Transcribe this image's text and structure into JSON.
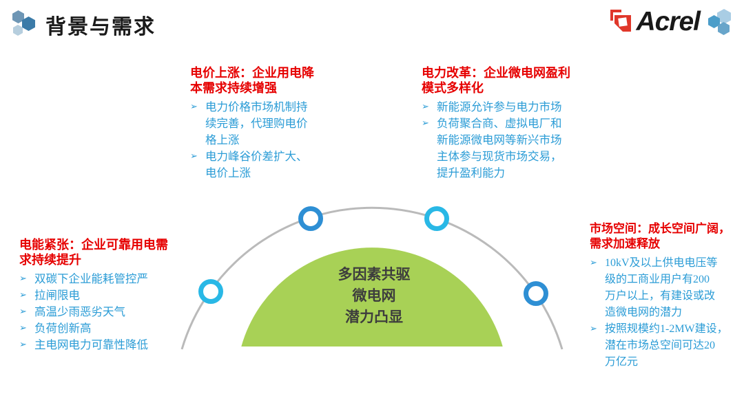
{
  "slide": {
    "title": "背景与需求",
    "brand_name": "Acrel"
  },
  "bullet_char": "➢",
  "blocks": [
    {
      "heading": "电价上涨：企业用电降\n本需求持续增强",
      "items": [
        "电力价格市场机制持\n续完善，代理购电价\n格上涨",
        "电力峰谷价差扩大、\n电价上涨"
      ]
    },
    {
      "heading": "电力改革：企业微电网盈利\n模式多样化",
      "items": [
        "新能源允许参与电力市场",
        "负荷聚合商、虚拟电厂和\n新能源微电网等新兴市场\n主体参与现货市场交易，\n提升盈利能力"
      ]
    },
    {
      "heading": "电能紧张：企业可靠用电需\n求持续提升",
      "items": [
        "双碳下企业能耗管控严",
        "拉闸限电",
        "高温少雨恶劣天气",
        "负荷创新高",
        "主电网电力可靠性降低"
      ]
    },
    {
      "heading": "市场空间：成长空间广阔，\n需求加速释放",
      "items": [
        "10kV及以上供电电压等\n级的工商业用户有200\n万户以上，有建设或改\n造微电网的潜力",
        "按照规模约1-2MW建设，\n潜在市场总空间可达20\n万亿元"
      ]
    }
  ],
  "center": {
    "text": "多因素共驱\n微电网\n潜力凸显"
  },
  "colors": {
    "heading_red": "#e60000",
    "bullet_blue": "#2b9cd6",
    "center_green": "#a8d156",
    "center_text": "#3d3d3d",
    "arc_gray": "#bababa",
    "ring_cyan": "#29b8e6",
    "ring_blue": "#2e8fd4",
    "logo_red": "#e0372a",
    "title_black": "#1a1a1a",
    "hex_steel_blue": "#6e96b5",
    "hex_deep_blue": "#3b7ba8",
    "hex_pale_blue": "#b6cede"
  }
}
